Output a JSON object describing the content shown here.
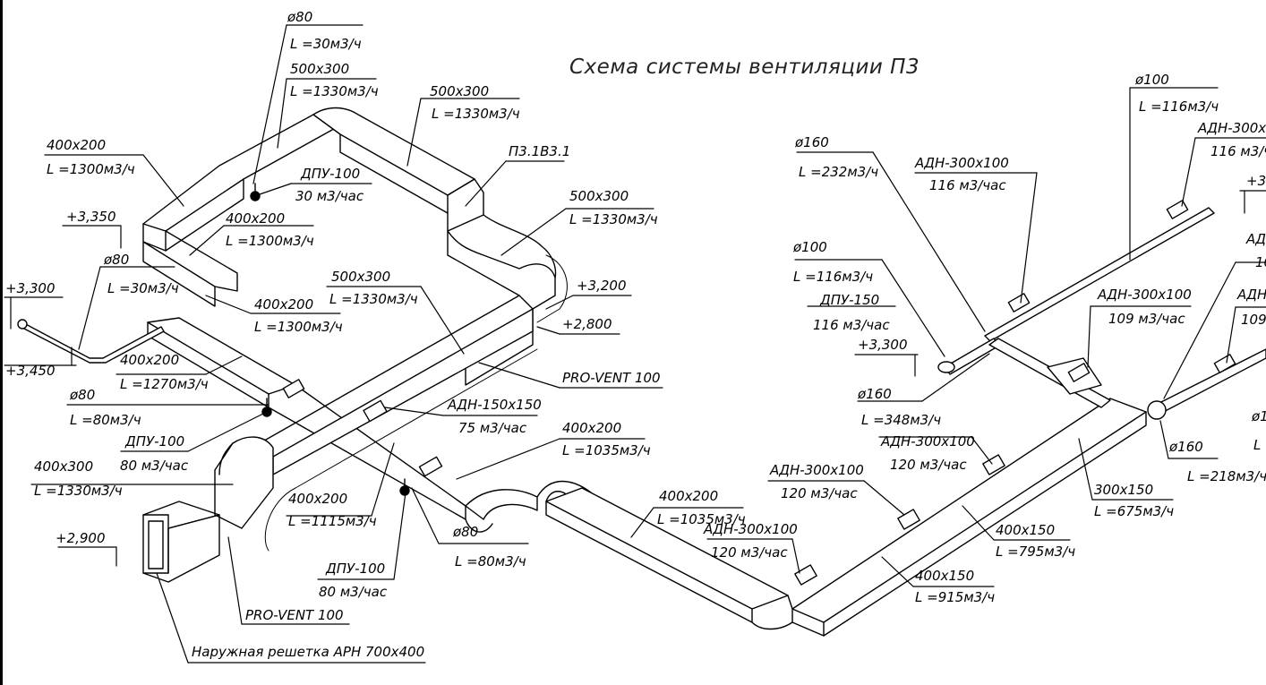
{
  "title": "Схема системы вентиляции П3",
  "labels": {
    "d80_top": "ø80",
    "l30_top": "L =30м3/ч",
    "s500x300_a": "500x300",
    "l1330_a": "L =1330м3/ч",
    "s500x300_b": "500x300",
    "l1330_b": "L =1330м3/ч",
    "s400x200_a": "400x200",
    "l1300_a": "L =1300м3/ч",
    "dpu100_a": "ДПУ-100",
    "m30_a": "30 м3/час",
    "s400x200_b": "400x200",
    "l1300_b": "L =1300м3/ч",
    "p3": "П3.1В3.1",
    "s500x300_c": "500x300",
    "l1330_c": "L =1330м3/ч",
    "elev_3350": "+3,350",
    "d80_left": "ø80",
    "l30_left": "L =30м3/ч",
    "elev_3300_left": "+3,300",
    "s500x300_d": "500x300",
    "l1330_d": "L =1330м3/ч",
    "s400x200_c": "400x200",
    "l1300_c": "L =1300м3/ч",
    "elev_3200": "+3,200",
    "elev_2800": "+2,800",
    "elev_3450": "+3,450",
    "s400x200_d": "400x200",
    "l1270": "L =1270м3/ч",
    "provent_a": "PRO-VENT 100",
    "d80_mid": "ø80",
    "l80_mid": "L =80м3/ч",
    "adn150": "АДН-150x150",
    "m75": "75 м3/час",
    "dpu100_b": "ДПУ-100",
    "m80_b": "80 м3/час",
    "s400x200_e": "400x200",
    "l1035_a": "L =1035м3/ч",
    "s400x300": "400x300",
    "l1330_e": "L =1330м3/ч",
    "s400x200_f": "400x200",
    "l1035_b": "L =1035м3/ч",
    "s400x200_g": "400x200",
    "l1115": "L =1115м3/ч",
    "d80_low": "ø80",
    "l80_low": "L =80м3/ч",
    "elev_2900": "+2,900",
    "dpu100_c": "ДПУ-100",
    "m80_c": "80 м3/час",
    "provent_b": "PRO-VENT 100",
    "grille": "Наружная решетка АРН 700х400",
    "adn300_mid1": "АДН-300x100",
    "m120_mid1": "120 м3/час",
    "adn300_mid2": "АДН-300x100",
    "m120_mid2": "120 м3/час",
    "s400x150_a": "400x150",
    "l915": "L =915м3/ч",
    "s400x150_b": "400x150",
    "l795": "L =795м3/ч",
    "s300x150": "300x150",
    "l675": "L =675м3/ч",
    "d160_a": "ø160",
    "l232": "L =232м3/ч",
    "adn300_r1": "АДН-300x100",
    "m116_r1": "116 м3/час",
    "d100_r": "ø100",
    "l116_r": "L =116м3/ч",
    "adn300_r2": "АДН-300x",
    "m116_r2": "116 м3/ч",
    "elev_3_r": "+3",
    "d100_l": "ø100",
    "l116_l": "L =116м3/ч",
    "dpu150": "ДПУ-150",
    "m116_dpu": "116 м3/час",
    "elev_3300_r": "+3,300",
    "adn300_r3": "АДН-300x100",
    "m109": "109 м3/час",
    "adn_cut1": "АД",
    "num_cut1": "10",
    "adn_cut2": "АДН",
    "num_cut2": "109",
    "d160_b": "ø160",
    "l348": "L =348м3/ч",
    "adn300_r4": "АДН-300x100",
    "m120_r4": "120 м3/час",
    "d160_c": "ø160",
    "l218": "L =218м3/ч",
    "d_cut": "ø1",
    "l_cut": "L"
  }
}
